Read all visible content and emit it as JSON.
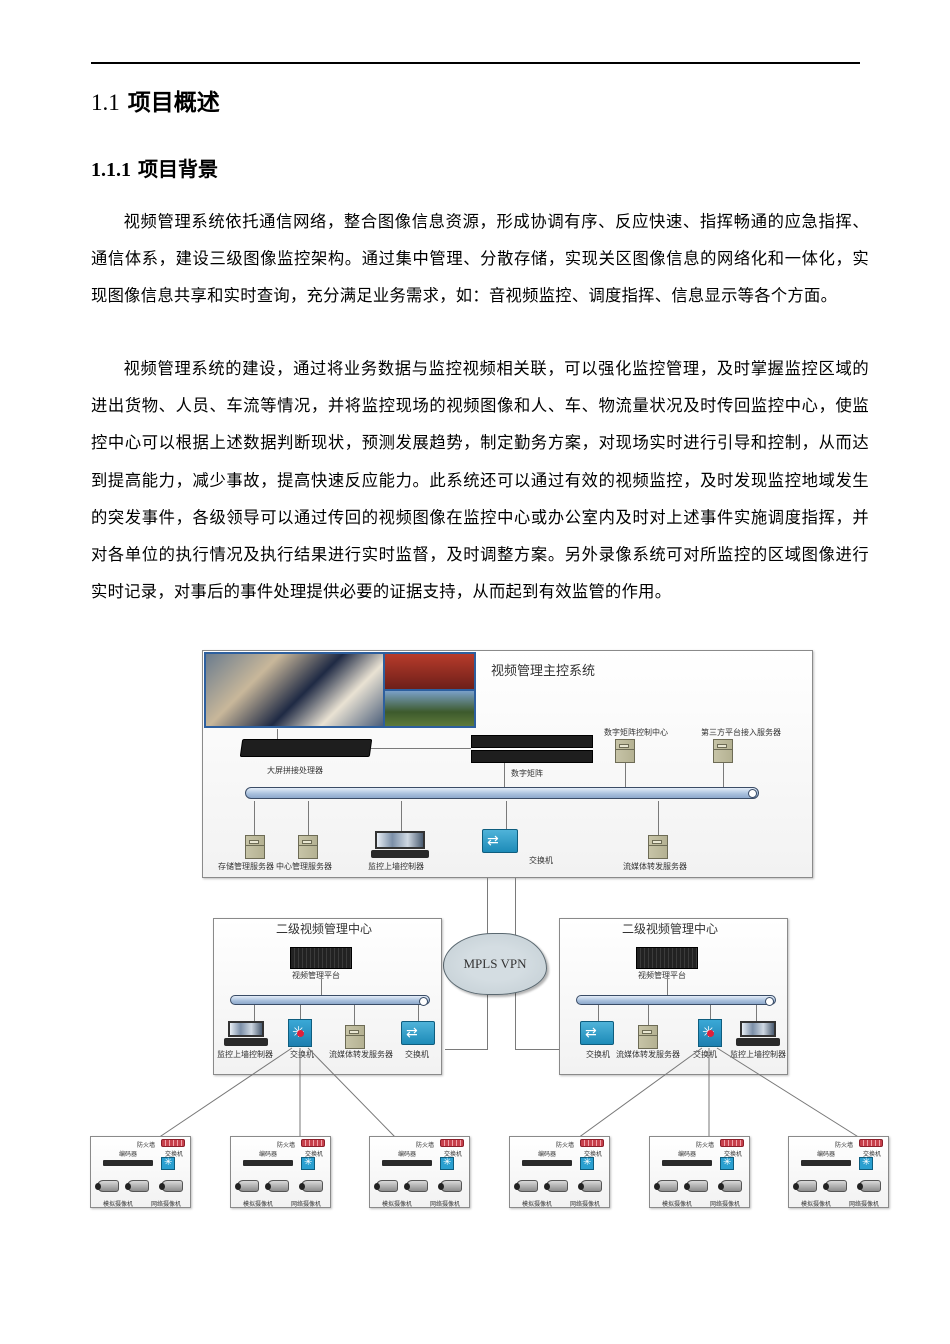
{
  "document": {
    "heading_1": {
      "number": "1.1",
      "title": "项目概述"
    },
    "heading_2": {
      "number": "1.1.1",
      "title": "项目背景"
    },
    "paragraphs": [
      "视频管理系统依托通信网络，整合图像信息资源，形成协调有序、反应快速、指挥畅通的应急指挥、通信体系，建设三级图像监控架构。通过集中管理、分散存储，实现关区图像信息的网络化和一体化，实现图像信息共享和实时查询，充分满足业务需求，如：音视频监控、调度指挥、信息显示等各个方面。",
      "视频管理系统的建设，通过将业务数据与监控视频相关联，可以强化监控管理，及时掌握监控区域的进出货物、人员、车流等情况，并将监控现场的视频图像和人、车、物流量状况及时传回监控中心，使监控中心可以根据上述数据判断现状，预测发展趋势，制定勤务方案，对现场实时进行引导和控制，从而达到提高能力，减少事故，提高快速反应能力。此系统还可以通过有效的视频监控，及时发现监控地域发生的突发事件，各级领导可以通过传回的视频图像在监控中心或办公室内及时对上述事件实施调度指挥，并对各单位的执行情况及执行结果进行实时监督，及时调整方案。另外录像系统可对所监控的区域图像进行实时记录，对事后的事件处理提供必要的证据支持，从而起到有效监管的作用。"
    ]
  },
  "diagram": {
    "main_system": {
      "title": "视频管理主控系统",
      "devices": {
        "video_wall_processor": "大屏拼接处理器",
        "digital_matrix": "数字矩阵",
        "matrix_control_center": "数字矩阵控制中心",
        "third_party_server": "第三方平台接入服务器",
        "storage_server": "存储管理服务器",
        "central_server": "中心管理服务器",
        "wall_controller": "监控上墙控制器",
        "switch": "交换机",
        "stream_server": "流媒体转发服务器"
      }
    },
    "network": {
      "cloud_label": "MPLS  VPN"
    },
    "secondary_centers": [
      {
        "title": "二级视频管理中心",
        "platform": "视频管理平台",
        "wall_controller": "监控上墙控制器",
        "core_switch": "交换机",
        "stream_server": "流媒体转发服务器",
        "edge_switch": "交换机"
      },
      {
        "title": "二级视频管理中心",
        "platform": "视频管理平台",
        "edge_switch": "交换机",
        "stream_server": "流媒体转发服务器",
        "core_switch": "交换机",
        "wall_controller": "监控上墙控制器"
      }
    ],
    "site_labels": {
      "firewall": "防火墙",
      "encoder": "编码器",
      "switch": "交换机",
      "analog_camera": "模拟摄像机",
      "network_camera": "网络摄像机"
    },
    "site_count": 6
  }
}
